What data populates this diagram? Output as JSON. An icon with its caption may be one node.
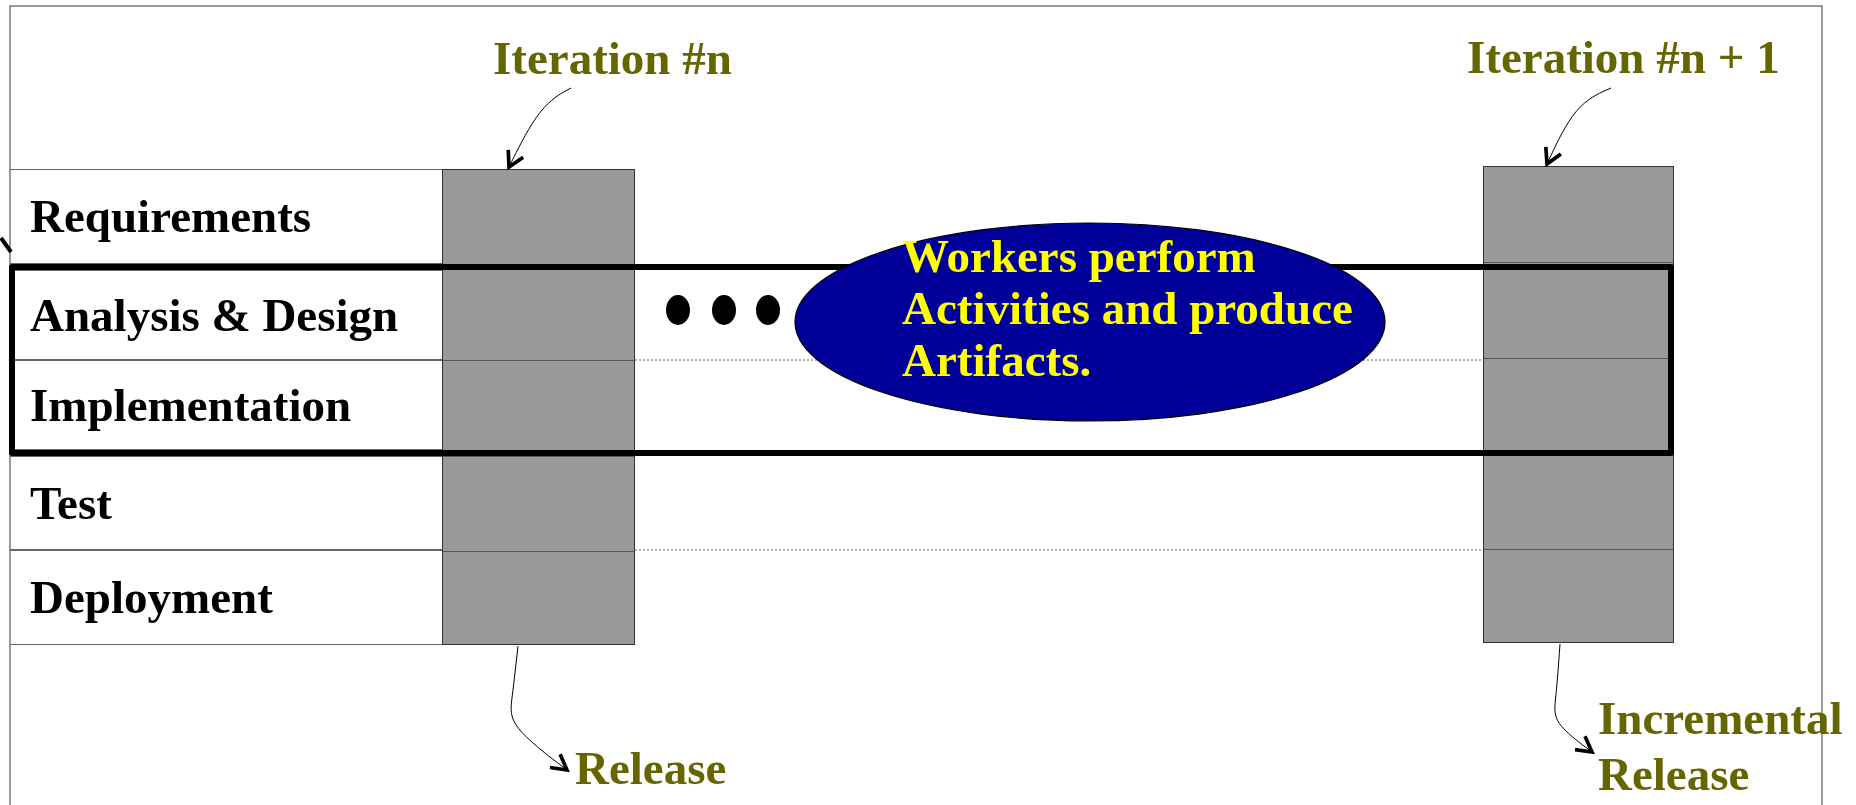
{
  "diagram": {
    "nodes": [
      {
        "text": [
          "Iteration #n"
        ]
      },
      {
        "text": [
          "Iteration #n + 1"
        ]
      },
      {
        "text": [
          "Requirements"
        ]
      },
      {
        "text": [
          "Analysis & Design"
        ],
        "in": 9
      },
      {
        "text": [
          "Implementation"
        ],
        "in": 9
      },
      {
        "text": [
          "Test"
        ]
      },
      {
        "text": [
          "Deployment"
        ]
      },
      {
        "text": [],
        "shape": "bar"
      },
      {
        "text": [],
        "shape": "bar"
      },
      {
        "text": [],
        "shape": "box"
      },
      {
        "text": [
          "Workers perform Activities and produce Artifacts."
        ]
      },
      {
        "text": [
          "Release"
        ]
      },
      {
        "text": [
          "Incremental Release"
        ]
      }
    ],
    "edges": [
      {
        "from": 0,
        "to": 7,
        "arrow": "to"
      },
      {
        "from": 1,
        "to": 8,
        "arrow": "to"
      },
      {
        "from": 7,
        "to": 11,
        "arrow": "to"
      },
      {
        "from": 8,
        "to": 12,
        "arrow": "to"
      }
    ]
  }
}
